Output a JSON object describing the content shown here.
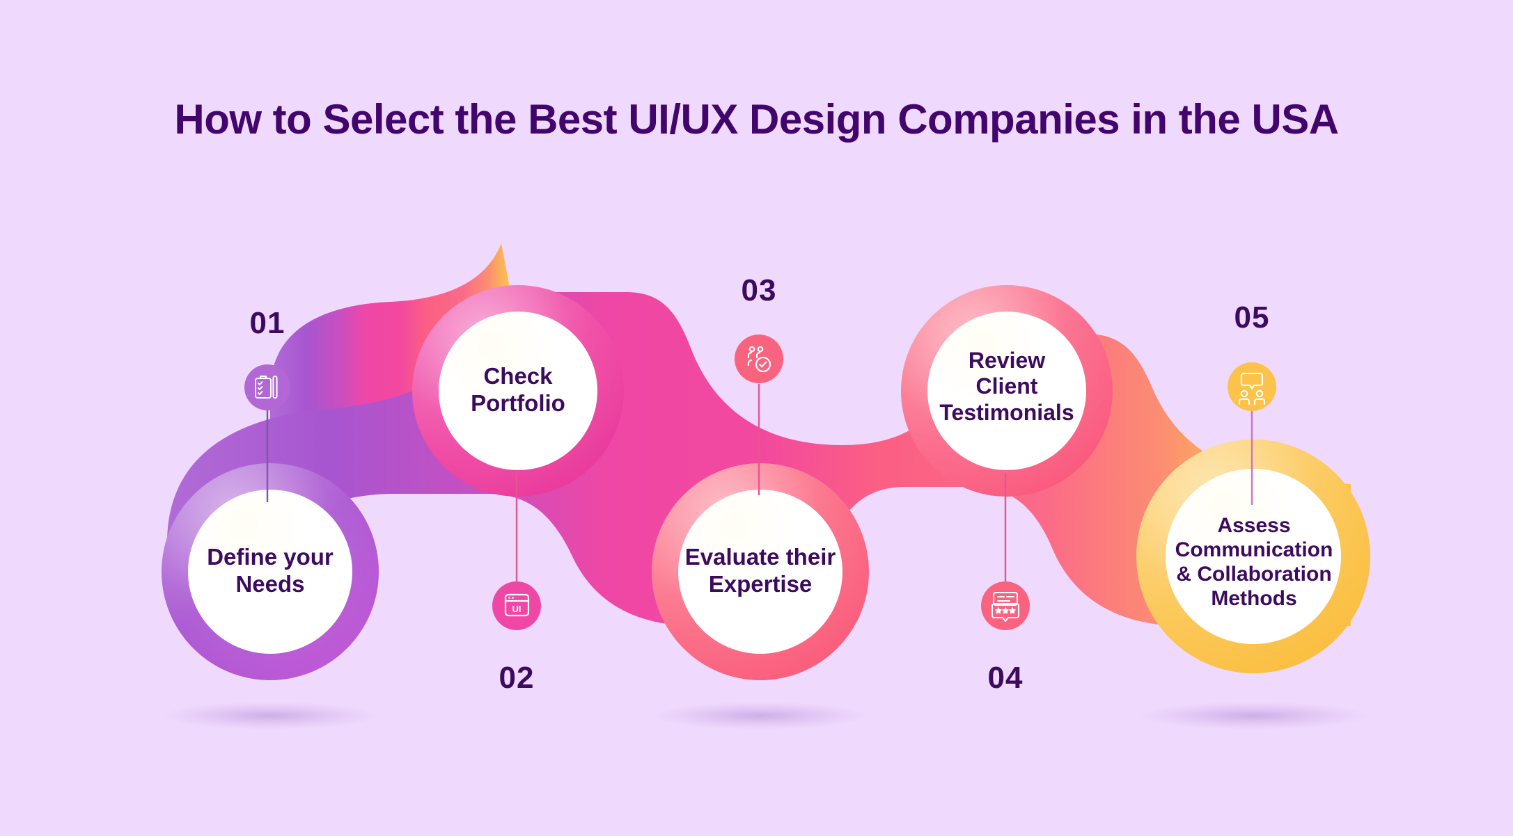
{
  "header": {
    "title": "How to Select the Best UI/UX Design Companies in the USA",
    "title_color": "#42056b"
  },
  "theme": {
    "background": "#efd9fd",
    "text_dark": "#3c0a5e",
    "purple": "#a855d0",
    "magenta": "#ef47a5",
    "coral": "#fb6a88",
    "amber": "#fbc34a",
    "circle_fill": "#ffffff"
  },
  "steps": [
    {
      "number": "01",
      "label": "Define your\nNeeds",
      "icon": "clipboard-checklist-icon",
      "color": "#a855d0",
      "badge_color": "#b267d4",
      "position": "bottom"
    },
    {
      "number": "02",
      "label": "Check\nPortfolio",
      "icon": "browser-ui-window-icon",
      "color": "#ef47a5",
      "badge_color": "#ef47a5",
      "position": "top"
    },
    {
      "number": "03",
      "label": "Evaluate their\nExpertise",
      "icon": "users-verified-icon",
      "color": "#fb6a88",
      "badge_color": "#f9637f",
      "position": "bottom"
    },
    {
      "number": "04",
      "label": "Review\nClient\nTestimonials",
      "icon": "review-stars-bubble-icon",
      "color": "#fb6a88",
      "badge_color": "#f9637f",
      "position": "top"
    },
    {
      "number": "05",
      "label": "Assess\nCommunication\n& Collaboration\nMethods",
      "icon": "team-chat-icon",
      "color": "#fbc34a",
      "badge_color": "#fbc34a",
      "position": "bottom"
    }
  ]
}
